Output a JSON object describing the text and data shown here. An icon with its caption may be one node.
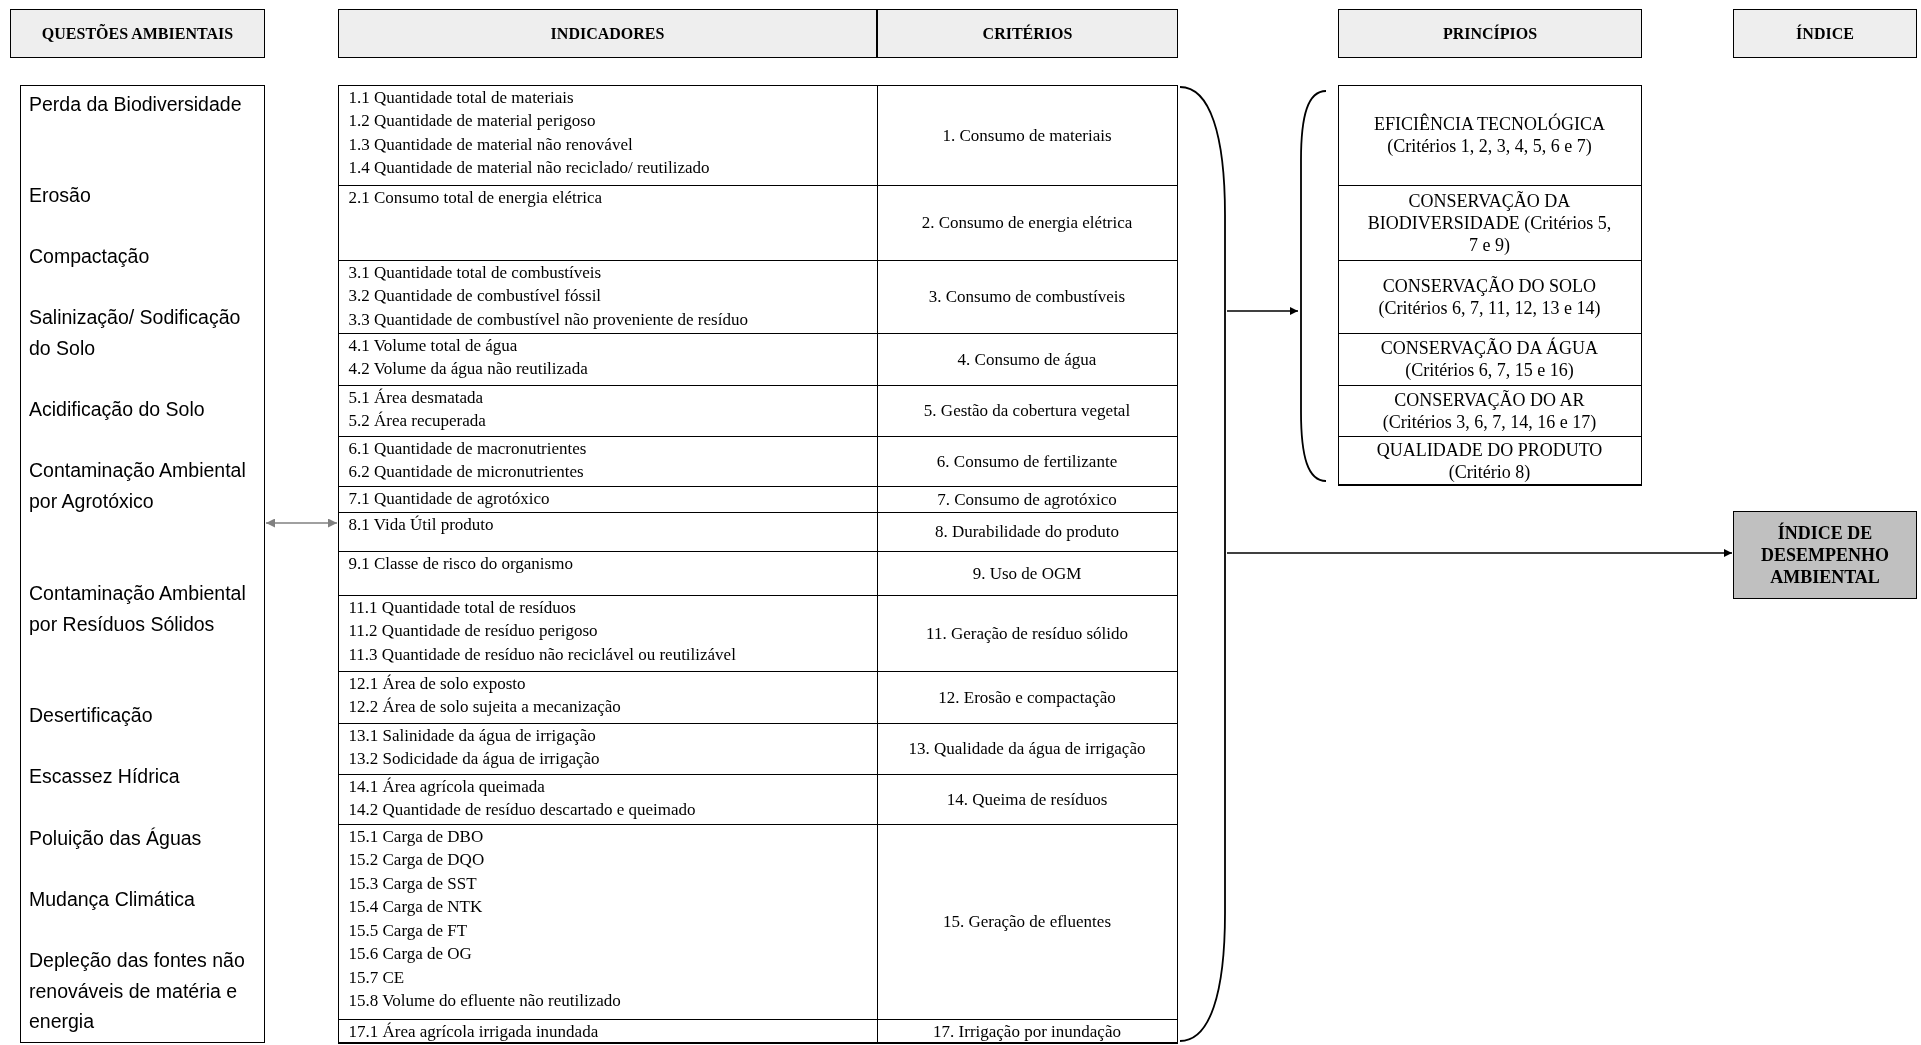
{
  "diagram": {
    "nodes": [
      {
        "text": [
          "QUESTÕES AMBIENTAIS"
        ]
      },
      {
        "text": [
          "INDICADORES"
        ]
      },
      {
        "text": [
          "CRITÉRIOS"
        ]
      },
      {
        "text": [
          "PRINCÍPIOS"
        ]
      },
      {
        "text": [
          "ÍNDICE"
        ]
      },
      {
        "text": [
          "Perda da Biodiversidade",
          "Erosão",
          "Compactação",
          "Salinização/ Sodificação do Solo",
          "Acidificação do Solo",
          "Contaminação Ambiental por Agrotóxico",
          "Contaminação Ambiental por Resíduos Sólidos",
          "Desertificação",
          "Escassez Hídrica",
          "Poluição das Águas",
          "Mudança Climática",
          "Depleção das fontes não renováveis de matéria e energia"
        ]
      },
      {
        "text": [],
        "shape": "box"
      },
      {
        "text": [
          "1.1 Quantidade total de materiais",
          "1.2 Quantidade de material perigoso",
          "1.3 Quantidade de material não renovável",
          "1.4 Quantidade de material não reciclado/ reutilizado"
        ],
        "in": 6
      },
      {
        "text": [
          "1. Consumo de materiais"
        ],
        "in": 6
      },
      {
        "text": [
          "2.1 Consumo total de energia elétrica"
        ],
        "in": 6
      },
      {
        "text": [
          "2. Consumo de energia elétrica"
        ],
        "in": 6
      },
      {
        "text": [
          "3.1 Quantidade total de combustíveis",
          "3.2 Quantidade de combustível fóssil",
          "3.3 Quantidade de combustível não proveniente de resíduo"
        ],
        "in": 6
      },
      {
        "text": [
          "3. Consumo de combustíveis"
        ],
        "in": 6
      },
      {
        "text": [
          "4.1 Volume total de água",
          "4.2 Volume da água não reutilizada"
        ],
        "in": 6
      },
      {
        "text": [
          "4. Consumo de água"
        ],
        "in": 6
      },
      {
        "text": [
          "5.1 Área desmatada",
          "5.2 Área recuperada"
        ],
        "in": 6
      },
      {
        "text": [
          "5. Gestão da cobertura vegetal"
        ],
        "in": 6
      },
      {
        "text": [
          "6.1 Quantidade de macronutrientes",
          "6.2 Quantidade de micronutrientes"
        ],
        "in": 6
      },
      {
        "text": [
          "6. Consumo de fertilizante"
        ],
        "in": 6
      },
      {
        "text": [
          "7.1 Quantidade de agrotóxico"
        ],
        "in": 6
      },
      {
        "text": [
          "7. Consumo de agrotóxico"
        ],
        "in": 6
      },
      {
        "text": [
          "8.1 Vida Útil produto"
        ],
        "in": 6
      },
      {
        "text": [
          "8. Durabilidade do produto"
        ],
        "in": 6
      },
      {
        "text": [
          "9.1 Classe de risco do organismo"
        ],
        "in": 6
      },
      {
        "text": [
          "9. Uso de OGM"
        ],
        "in": 6
      },
      {
        "text": [
          "11.1 Quantidade total de resíduos",
          "11.2 Quantidade de resíduo perigoso",
          "11.3 Quantidade de resíduo não reciclável ou reutilizável"
        ],
        "in": 6
      },
      {
        "text": [
          "11. Geração de resíduo sólido"
        ],
        "in": 6
      },
      {
        "text": [
          "12.1 Área de solo exposto",
          "12.2 Área de solo sujeita a mecanização"
        ],
        "in": 6
      },
      {
        "text": [
          "12. Erosão e compactação"
        ],
        "in": 6
      },
      {
        "text": [
          "13.1 Salinidade da água de irrigação",
          "13.2 Sodicidade da água de irrigação"
        ],
        "in": 6
      },
      {
        "text": [
          "13. Qualidade da água de irrigação"
        ],
        "in": 6
      },
      {
        "text": [
          "14.1 Área agrícola queimada",
          "14.2 Quantidade de resíduo descartado e queimado"
        ],
        "in": 6
      },
      {
        "text": [
          "14. Queima de resíduos"
        ],
        "in": 6
      },
      {
        "text": [
          "15.1 Carga de DBO",
          "15.2 Carga de DQO",
          "15.3 Carga de SST",
          "15.4 Carga de NTK",
          "15.5 Carga de FT",
          "15.6 Carga de OG",
          "15.7 CE",
          "15.8 Volume do efluente não reutilizado"
        ],
        "in": 6
      },
      {
        "text": [
          "15. Geração de efluentes"
        ],
        "in": 6
      },
      {
        "text": [
          "17.1 Área agrícola irrigada inundada"
        ],
        "in": 6
      },
      {
        "text": [
          "17. Irrigação por inundação"
        ],
        "in": 6
      },
      {
        "text": [],
        "shape": "bracket"
      },
      {
        "text": [],
        "shape": "bracket"
      },
      {
        "text": [],
        "shape": "box"
      },
      {
        "text": [
          "EFICIÊNCIA TECNOLÓGICA (Critérios 1, 2, 3, 4, 5, 6 e 7)"
        ],
        "in": 39
      },
      {
        "text": [
          "CONSERVAÇÃO DA BIODIVERSIDADE (Critérios 5, 7 e 9)"
        ],
        "in": 39
      },
      {
        "text": [
          "CONSERVAÇÃO DO SOLO (Critérios 6, 7, 11, 12, 13 e 14)"
        ],
        "in": 39
      },
      {
        "text": [
          "CONSERVAÇÃO DA ÁGUA (Critérios 6, 7, 15 e 16)"
        ],
        "in": 39
      },
      {
        "text": [
          "CONSERVAÇÃO DO AR (Critérios 3, 6, 7, 14, 16 e 17)"
        ],
        "in": 39
      },
      {
        "text": [
          "QUALIDADE DO PRODUTO (Critério 8)"
        ],
        "in": 39
      },
      {
        "text": [
          "ÍNDICE DE DESEMPENHO AMBIENTAL"
        ]
      }
    ],
    "edges": [
      {
        "from": 5,
        "to": 6,
        "arrow": "both",
        "color": "#808080"
      },
      {
        "from": 37,
        "to": 38,
        "arrow": "to"
      },
      {
        "from": 37,
        "to": 46,
        "arrow": "to"
      }
    ]
  }
}
